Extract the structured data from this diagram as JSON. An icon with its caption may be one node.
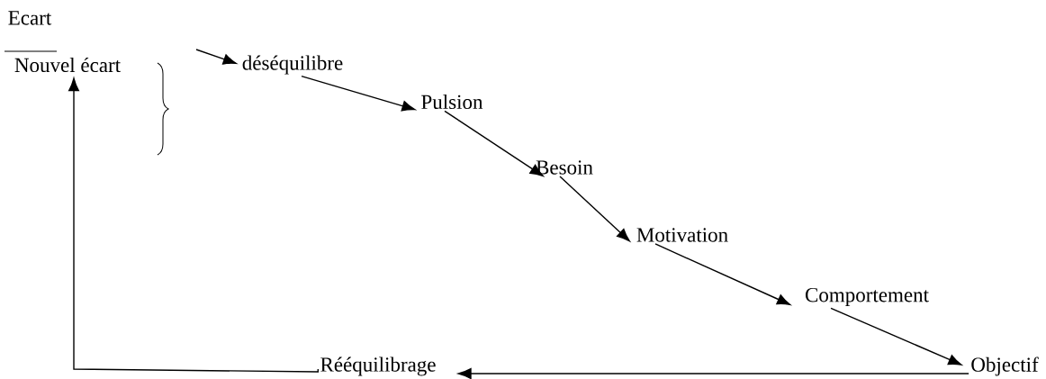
{
  "diagram": {
    "nodes": [
      {
        "text": [
          "Ecart"
        ]
      },
      {
        "text": [
          "Nouvel écart"
        ]
      },
      {
        "text": [
          "déséquilibre"
        ]
      },
      {
        "text": [
          "Pulsion"
        ]
      },
      {
        "text": [
          "Besoin"
        ]
      },
      {
        "text": [
          "Motivation"
        ]
      },
      {
        "text": [
          "Comportement"
        ]
      },
      {
        "text": [
          "Rééquilibrage"
        ]
      },
      {
        "text": [
          "Objectif"
        ]
      }
    ],
    "edges": [
      {
        "from": null,
        "to": 2,
        "arrow": "to"
      },
      {
        "from": 2,
        "to": 3,
        "arrow": "to"
      },
      {
        "from": 3,
        "to": 4,
        "arrow": "to"
      },
      {
        "from": 4,
        "to": 5,
        "arrow": "to"
      },
      {
        "from": 5,
        "to": 6,
        "arrow": "to"
      },
      {
        "from": 6,
        "to": 8,
        "arrow": "to"
      },
      {
        "from": 8,
        "to": 7,
        "arrow": "to"
      },
      {
        "from": 7,
        "to": 1,
        "arrow": "to"
      }
    ]
  }
}
